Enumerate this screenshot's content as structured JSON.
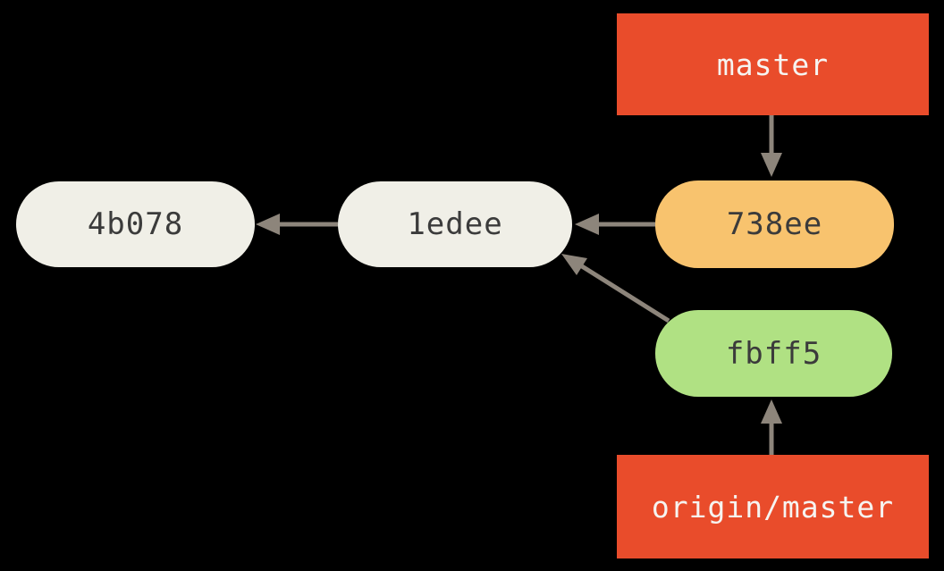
{
  "canvas": {
    "background": "#000000"
  },
  "colors": {
    "branch_box": "#E94C2B",
    "branch_text": "#F6F4F1",
    "node_text": "#3B3B3B",
    "node_plain": "#F0EFE7",
    "node_head": "#F8C36E",
    "node_remote": "#B0E183",
    "arrow": "#8D857B"
  },
  "nodes": [
    {
      "id": "4b078",
      "label": "4b078"
    },
    {
      "id": "1edee",
      "label": "1edee"
    },
    {
      "id": "738ee",
      "label": "738ee"
    },
    {
      "id": "fbff5",
      "label": "fbff5"
    }
  ],
  "branches": [
    {
      "id": "master",
      "label": "master"
    },
    {
      "id": "origin-master",
      "label": "origin/master"
    }
  ],
  "edges": [
    {
      "from": "master",
      "to": "738ee",
      "kind": "pointer"
    },
    {
      "from": "origin/master",
      "to": "fbff5",
      "kind": "pointer"
    },
    {
      "from": "738ee",
      "to": "1edee",
      "kind": "parent"
    },
    {
      "from": "1edee",
      "to": "4b078",
      "kind": "parent"
    },
    {
      "from": "fbff5",
      "to": "1edee",
      "kind": "parent"
    }
  ]
}
